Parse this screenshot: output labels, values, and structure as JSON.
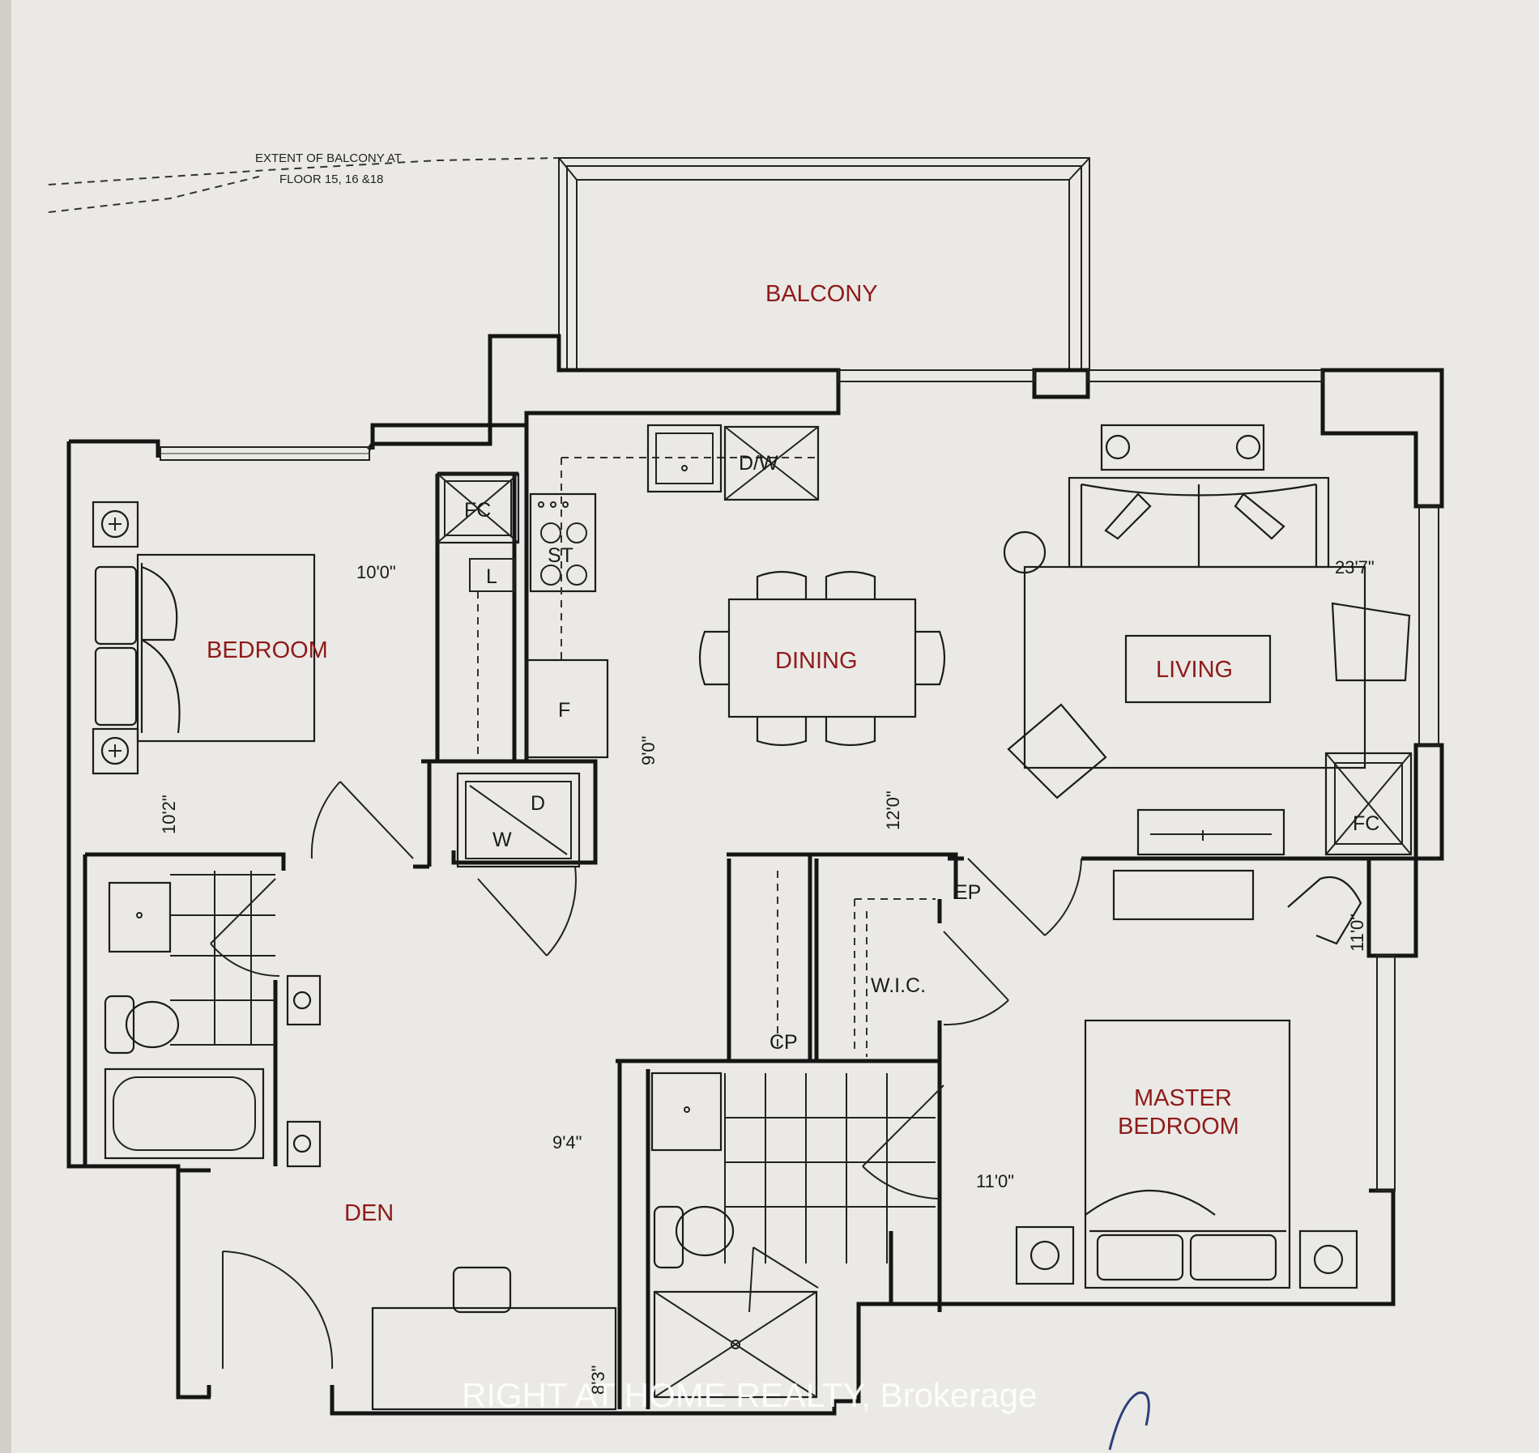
{
  "balcony_note": {
    "line1": "EXTENT OF BALCONY AT",
    "line2": "FLOOR 15, 16 &18"
  },
  "rooms": {
    "balcony": "BALCONY",
    "bedroom": "BEDROOM",
    "dining": "DINING",
    "living": "LIVING",
    "den": "DEN",
    "master_line1": "MASTER",
    "master_line2": "BEDROOM"
  },
  "labels": {
    "fc": "FC",
    "dw": "D/W",
    "st": "ST",
    "l": "L",
    "f": "F",
    "w": "W",
    "d": "D",
    "ep": "EP",
    "wic": "W.I.C.",
    "cp": "CP"
  },
  "dimensions": {
    "bedroom_width": "10'0\"",
    "bedroom_depth": "10'2\"",
    "dining_height": "9'0\"",
    "living_width": "23'7\"",
    "living_depth": "12'0\"",
    "master_depth": "11'0\"",
    "master_width": "11'0\"",
    "den_width": "9'4\"",
    "den_depth": "8'3\""
  },
  "watermark": "RIGHT AT HOME REALTY, Brokerage",
  "colors": {
    "room_label": "#8e1b1b",
    "paper": "#ebe9e5",
    "ink": "#151515"
  }
}
